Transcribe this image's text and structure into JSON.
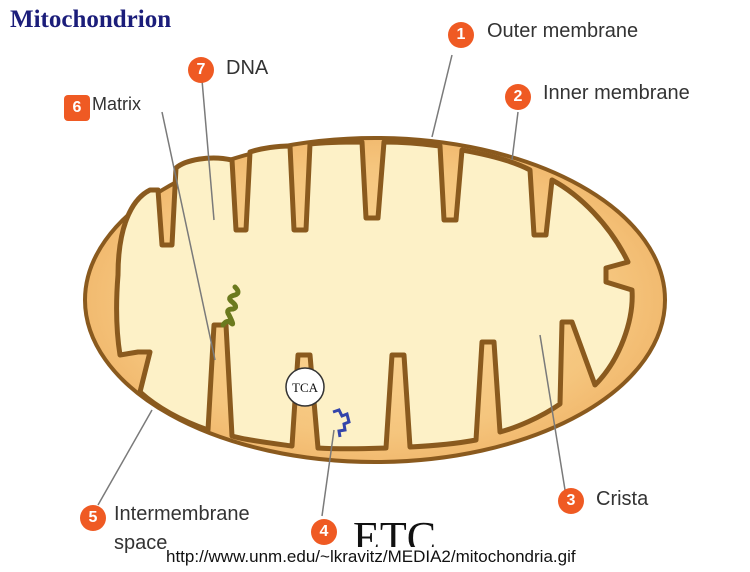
{
  "title": "Mitochondrion",
  "labels": {
    "outer": {
      "num": "1",
      "text": "Outer membrane"
    },
    "inner": {
      "num": "2",
      "text": "Inner membrane"
    },
    "crista": {
      "num": "3",
      "text": "Crista"
    },
    "etc": {
      "num": "4"
    },
    "inter": {
      "num": "5",
      "text_line1": "Intermembrane",
      "text_line2": "space"
    },
    "matrix": {
      "num": "6",
      "text": "Matrix"
    },
    "dna": {
      "num": "7",
      "text": "DNA"
    }
  },
  "tca_label": "TCA",
  "etc_label": "ETC",
  "source_url": "http://www.unm.edu/~lkravitz/MEDIA2/mitochondria.gif",
  "colors": {
    "outer_fill": "#f5c57d",
    "matrix_fill": "#fdf1c7",
    "membrane_stroke": "#8a5a1e",
    "badge": "#ef5a23",
    "title": "#1b1d7a",
    "dna": "#6b7a1e",
    "etc_chain": "#3344aa"
  }
}
